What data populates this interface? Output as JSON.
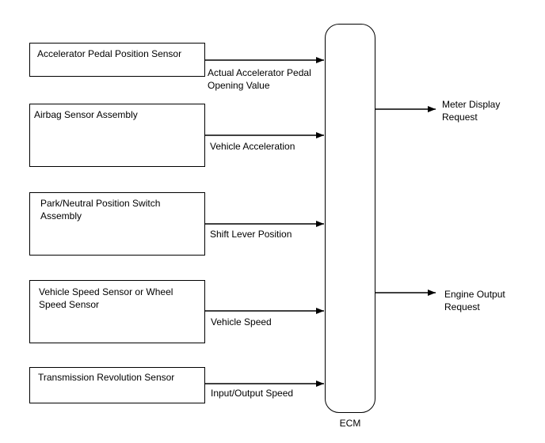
{
  "inputs": [
    {
      "sensor": "Accelerator Pedal Position Sensor",
      "signal": "Actual Accelerator Pedal\nOpening Value"
    },
    {
      "sensor": "Airbag Sensor Assembly",
      "signal": "Vehicle Acceleration"
    },
    {
      "sensor": "Park/Neutral Position Switch\nAssembly",
      "signal": "Shift Lever Position"
    },
    {
      "sensor": "Vehicle Speed Sensor or Wheel\nSpeed Sensor",
      "signal": "Vehicle Speed"
    },
    {
      "sensor": "Transmission Revolution Sensor",
      "signal": "Input/Output Speed"
    }
  ],
  "ecm": {
    "label": "ECM"
  },
  "outputs": [
    {
      "label": "Meter Display\nRequest"
    },
    {
      "label": "Engine Output\nRequest"
    }
  ]
}
